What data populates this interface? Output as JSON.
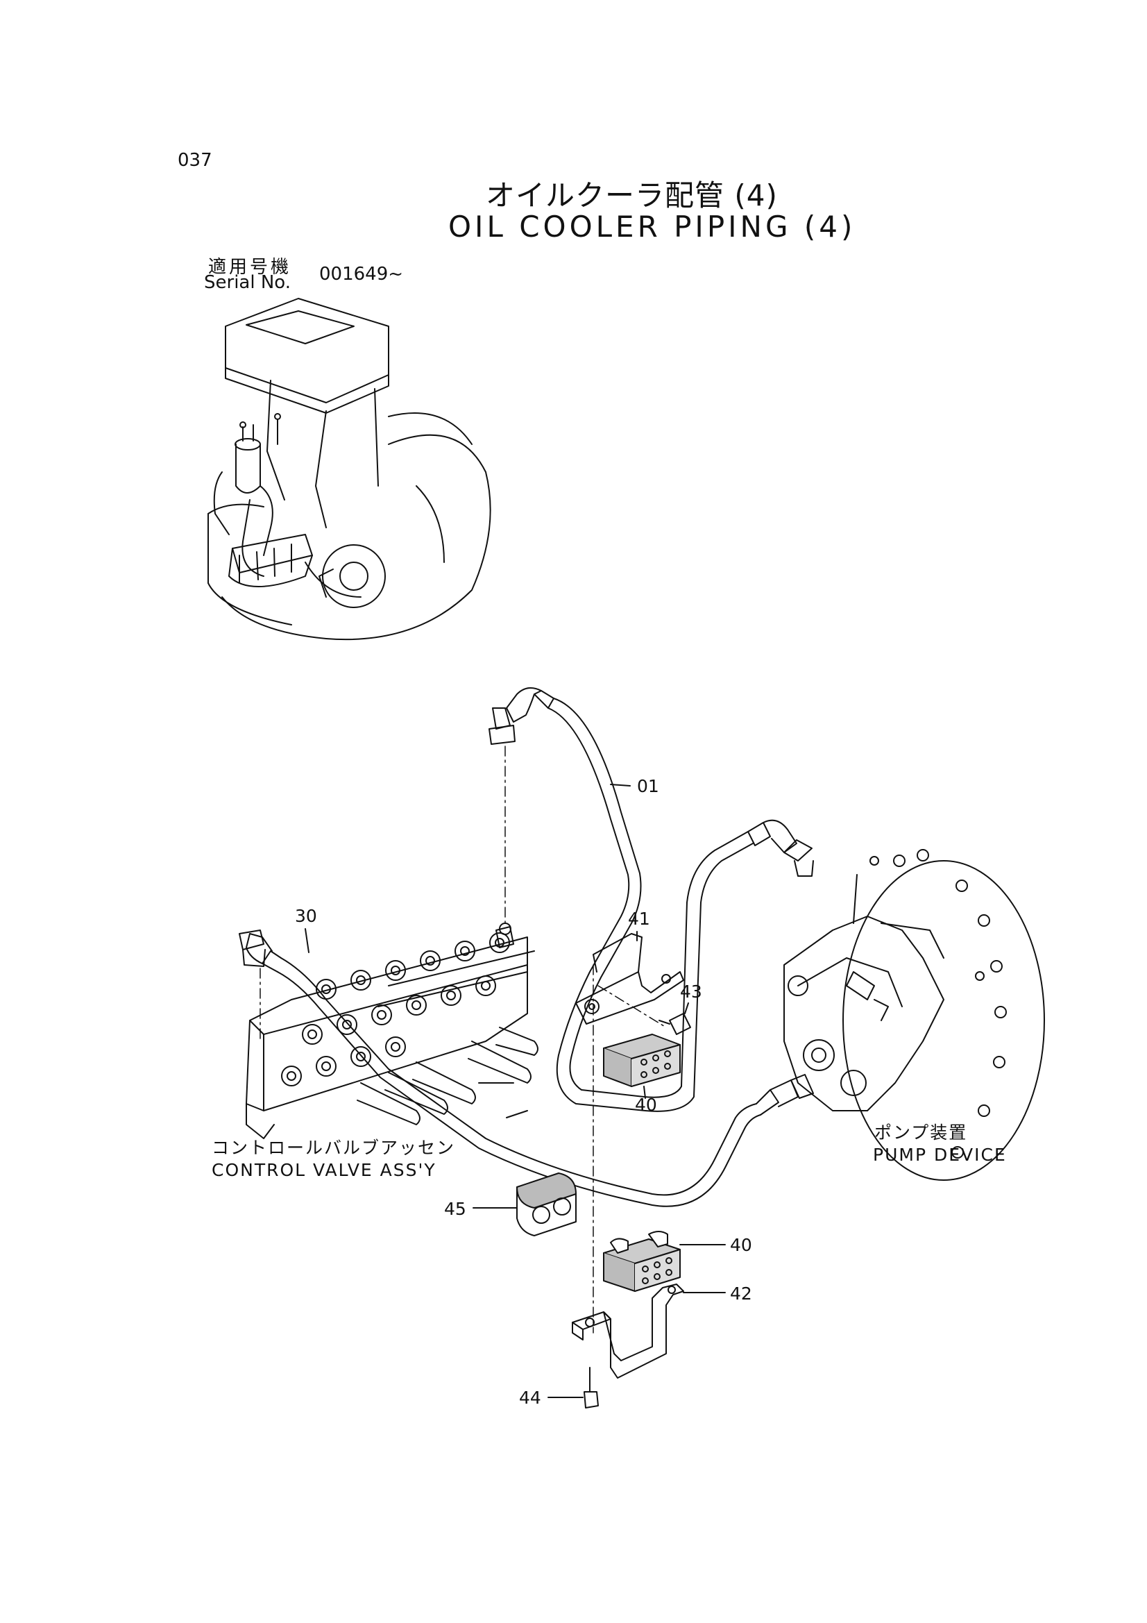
{
  "page": {
    "number": "037",
    "title_jp": "オイルクーラ配管 (4)",
    "title_en": "OIL COOLER PIPING (4)",
    "serial_label_jp": "適用号機",
    "serial_label_en": "Serial No.",
    "serial_value": "001649~"
  },
  "parts": {
    "p01": "01",
    "p30": "30",
    "p41": "41",
    "p43": "43",
    "p40_upper": "40",
    "p40_lower": "40",
    "p42": "42",
    "p44": "44",
    "p45": "45"
  },
  "captions": {
    "control_valve_jp": "コントロールバルブアッセン",
    "control_valve_en": "CONTROL VALVE ASS'Y",
    "pump_jp": "ポンプ装置",
    "pump_en": "PUMP DEVICE"
  }
}
